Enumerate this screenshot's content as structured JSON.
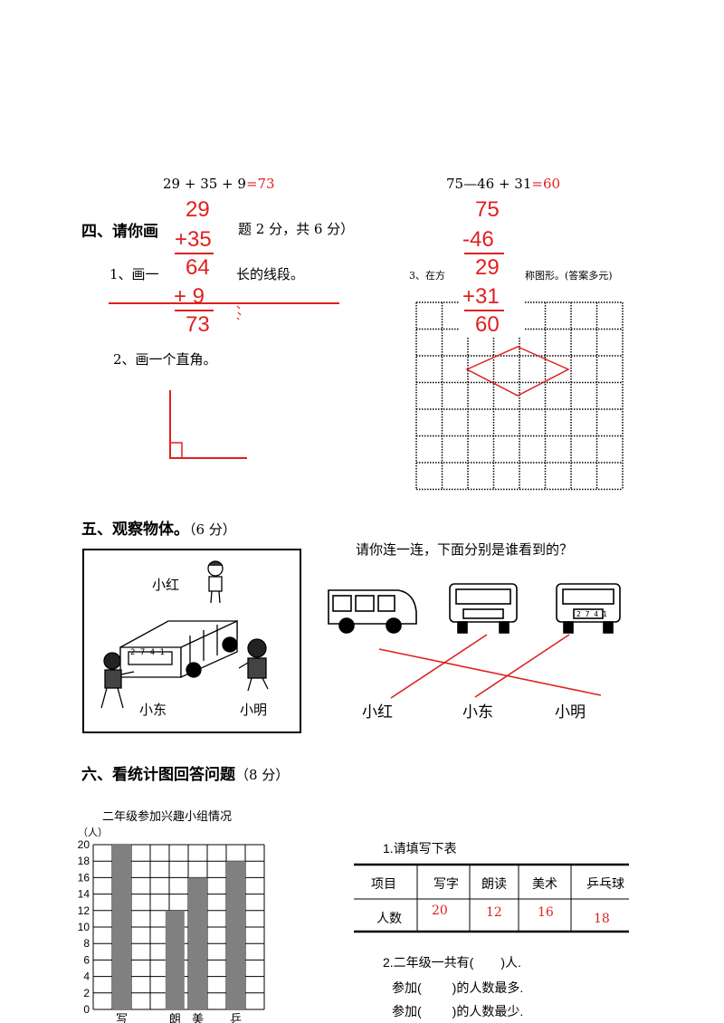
{
  "calc": {
    "left": {
      "expr": "29 + 35 + 9",
      "answer": "=73",
      "work": [
        "29",
        "+35",
        "64",
        "+ 9",
        "73"
      ]
    },
    "right": {
      "expr": "75—46 + 31",
      "answer": "=60",
      "work": [
        "75",
        "-46",
        "29",
        "+31",
        "60"
      ]
    }
  },
  "section4": {
    "title": "四、请你画",
    "points": "题 2 分，共 6 分）",
    "q1_start": "1、画一",
    "q1_end": "长的线段。",
    "q2": "2、画一个直角。",
    "q3_start": "3、在方",
    "q3_end": "称图形。(答案多元)"
  },
  "section5": {
    "title": "五、观察物体。",
    "points": "（6 分）",
    "instruction": "请你连一连，下面分别是谁看到的？",
    "scene_labels": {
      "top": "小红",
      "left": "小东",
      "right": "小明"
    },
    "plate": "2 7 4 1",
    "answer_names": [
      "小红",
      "小东",
      "小明"
    ]
  },
  "section6": {
    "title": "六、看统计图回答问题",
    "points": "（8 分）",
    "chart_title": "二年级参加兴趣小组情况",
    "q1": "1.请填写下表",
    "table": {
      "row1": [
        "项目",
        "写字",
        "朗读",
        "美术",
        "乒乓球"
      ],
      "row2_label": "人数",
      "answers": [
        "20",
        "12",
        "16",
        "18"
      ]
    },
    "q2": "2.二年级一共有(",
    "q2_end": ")人.",
    "q3": "参加(",
    "q3_end": ")的人数最多.",
    "q4": "参加(",
    "q4_end": ")的人数最少."
  },
  "chart_data": {
    "type": "bar",
    "title": "二年级参加兴趣小组情况",
    "ylabel": "（人）",
    "ylim": [
      0,
      20
    ],
    "yticks": [
      "0",
      "2",
      "4",
      "6",
      "8",
      "10",
      "12",
      "14",
      "16",
      "18",
      "20"
    ],
    "categories": [
      "写",
      "朗",
      "美",
      "乒"
    ],
    "values": [
      20,
      12,
      16,
      18
    ],
    "bar_color": "#808080",
    "grid": true
  }
}
